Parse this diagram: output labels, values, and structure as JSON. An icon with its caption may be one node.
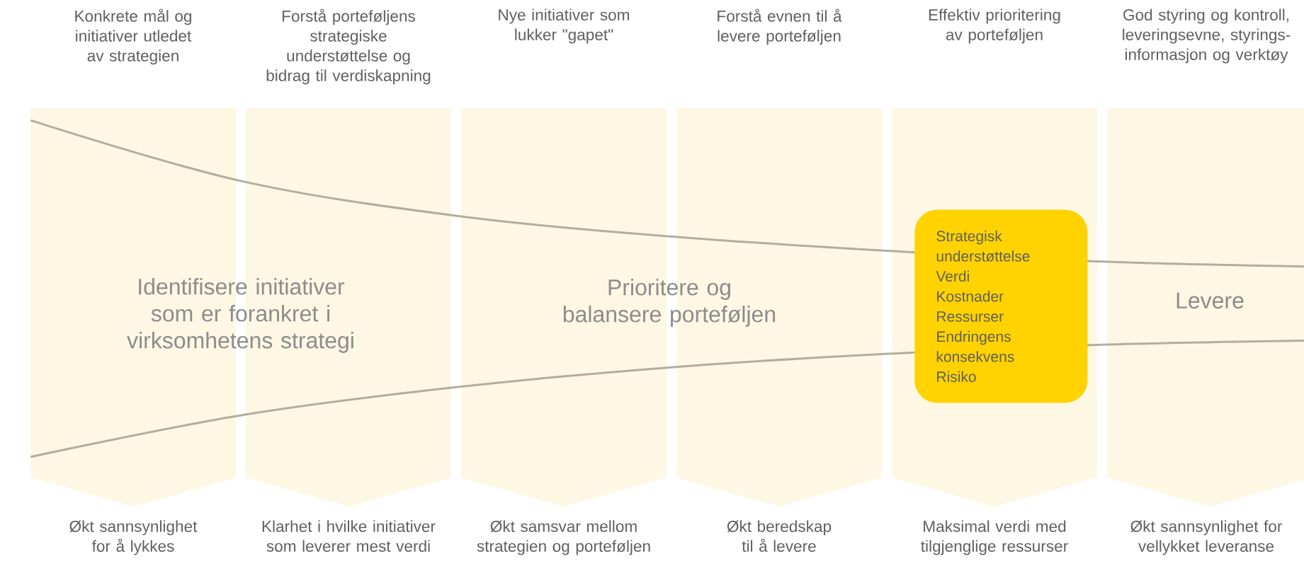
{
  "diagram": {
    "nodes": [
      {
        "text": [
          "Konkrete mål og initiativer utledet av strategien"
        ],
        "beside": [
          "Økt sannsynlighet for å lykkes"
        ]
      },
      {
        "text": [
          "Forstå porteføljens strategiske understøttelse og bidrag til verdiskapning"
        ],
        "beside": [
          "Klarhet i hvilke initiativer som leverer mest verdi"
        ]
      },
      {
        "text": [
          "Nye initiativer som lukker \"gapet\""
        ],
        "beside": [
          "Økt samsvar mellom strategien og porteføljen"
        ]
      },
      {
        "text": [
          "Forstå evnen til å levere porteføljen"
        ],
        "beside": [
          "Økt beredskap til å levere"
        ]
      },
      {
        "text": [
          "Effektiv prioritering av porteføljen"
        ],
        "beside": [
          "Maksimal verdi med tilgjenglige ressurser"
        ]
      },
      {
        "text": [
          "God styring og kontroll, leveringsevne, styrings- informasjon og verktøy"
        ],
        "beside": [
          "Økt sannsynlighet for vellykket leveranse"
        ]
      },
      {
        "text": [
          "Strategisk understøttelse",
          "Verdi",
          "Kostnader",
          "Ressurser",
          "Endringens konsekvens",
          "Risiko"
        ],
        "in": 4
      }
    ],
    "labels": [
      "Identifisere initiativer som er forankret i virksomhetens strategi",
      "Prioritere og balansere porteføljen",
      "Levere"
    ]
  }
}
